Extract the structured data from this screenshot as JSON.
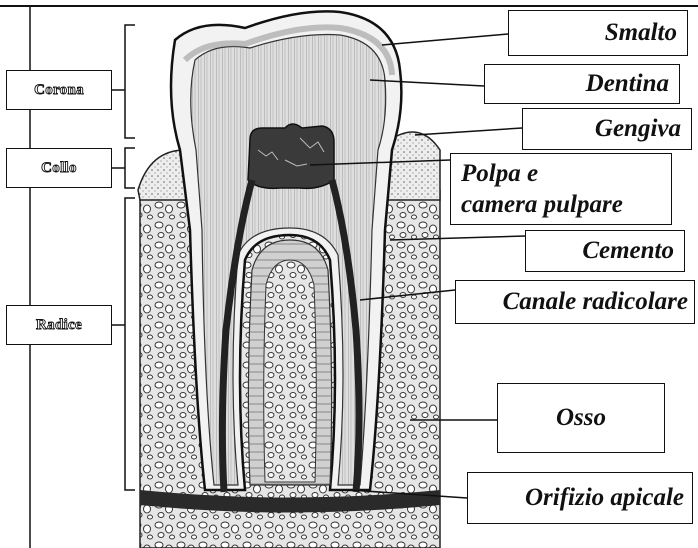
{
  "diagram": {
    "left_labels": {
      "corona": "Corona",
      "collo": "Collo",
      "radice": "Radice"
    },
    "right_labels": {
      "smalto": "Smalto",
      "dentina": "Dentina",
      "gengiva": "Gengiva",
      "polpa_line1": "Polpa e",
      "polpa_line2": "camera pulpare",
      "cemento": "Cemento",
      "canale": "Canale radicolare",
      "osso": "Osso",
      "orifizio": "Orifizio apicale"
    },
    "colors": {
      "ink": "#111111",
      "bone": "#c8c8c8",
      "dentin": "#d9d9d9",
      "enamel": "#efefef",
      "pulp": "#3a3a3a"
    }
  }
}
